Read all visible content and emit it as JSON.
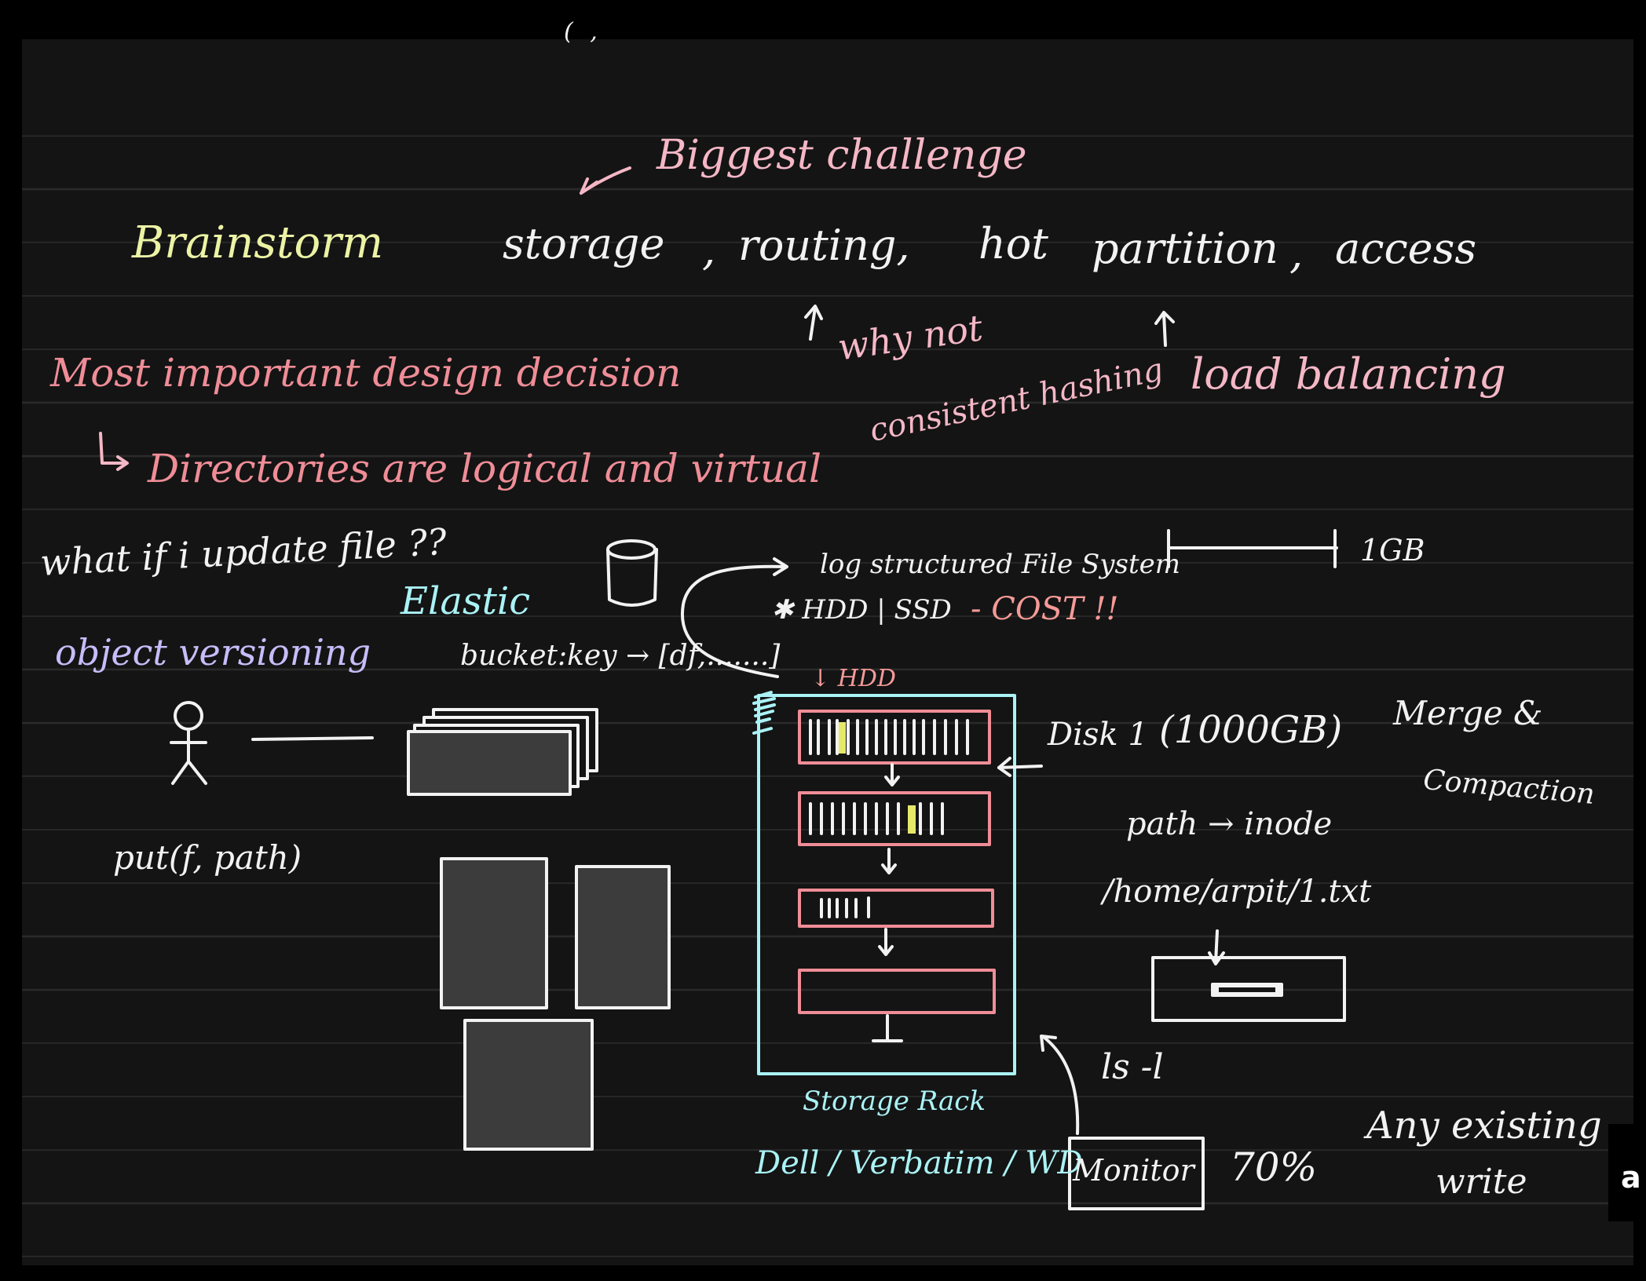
{
  "notes": {
    "header_scrap": "( ,",
    "biggest_challenge": "Biggest challenge",
    "brainstorm": "Brainstorm",
    "topics": [
      "storage",
      ",",
      "routing,",
      "hot",
      "partition",
      ",",
      "access"
    ],
    "most_important": "Most important design decision",
    "directories": "Directories are logical and virtual",
    "why_not": "why not",
    "consistent_hashing": "consistent hashing",
    "load_balancing": "load balancing",
    "what_if": "what if i update file ??",
    "elastic": "Elastic",
    "object_versioning": "object versioning",
    "bucket_key": "bucket:key → [df,.......]",
    "lsfs": "log structured File System",
    "one_gb": "1GB",
    "hdd_ssd": "✱ HDD | SSD",
    "cost": "- COST !!",
    "hdd": "↓ HDD",
    "disk_1": "Disk 1",
    "disk_capacity": "(1000GB)",
    "merge": "Merge &",
    "compaction": "Compaction",
    "put_call": "put(f, path)",
    "path_inode": "path → inode",
    "home_path": "/home/arpit/1.txt",
    "ls_l": "ls -l",
    "storage_rack": "Storage Rack",
    "vendors": "Dell / Verbatim / WD",
    "monitor": "Monitor",
    "percent": "70%",
    "any_existing": "Any existing",
    "write": "write"
  },
  "colors": {
    "yellow": "#ecf3a4",
    "pink": "#f5b7c6",
    "red": "#ef8d97",
    "cyan": "#aaf2f5",
    "violet": "#c6bdfa",
    "salmon": "#f59a98",
    "white": "#f2f2f2",
    "highlight": "#e6e86a"
  },
  "icons": [
    "stick-figure-icon",
    "database-cylinder-icon"
  ],
  "overlay": {
    "corner_letter": "a"
  }
}
